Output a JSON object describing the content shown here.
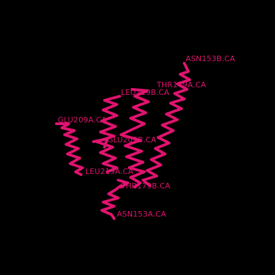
{
  "viewer": {
    "background_color": "#000000",
    "ribbon_color": "#e0136f",
    "label_color": "#e0136f"
  },
  "labels": {
    "asn153b": "ASN153B.CA",
    "thr179a": "THR179A.CA",
    "leu219b": "LEU219B.CA",
    "glu209a": "GLU209A.CA",
    "glu209b": "GLU209B.CA",
    "leu219a": "LEU219A.CA",
    "thr179b": "THR179B.CA",
    "asn153a": "ASN153A.CA"
  }
}
